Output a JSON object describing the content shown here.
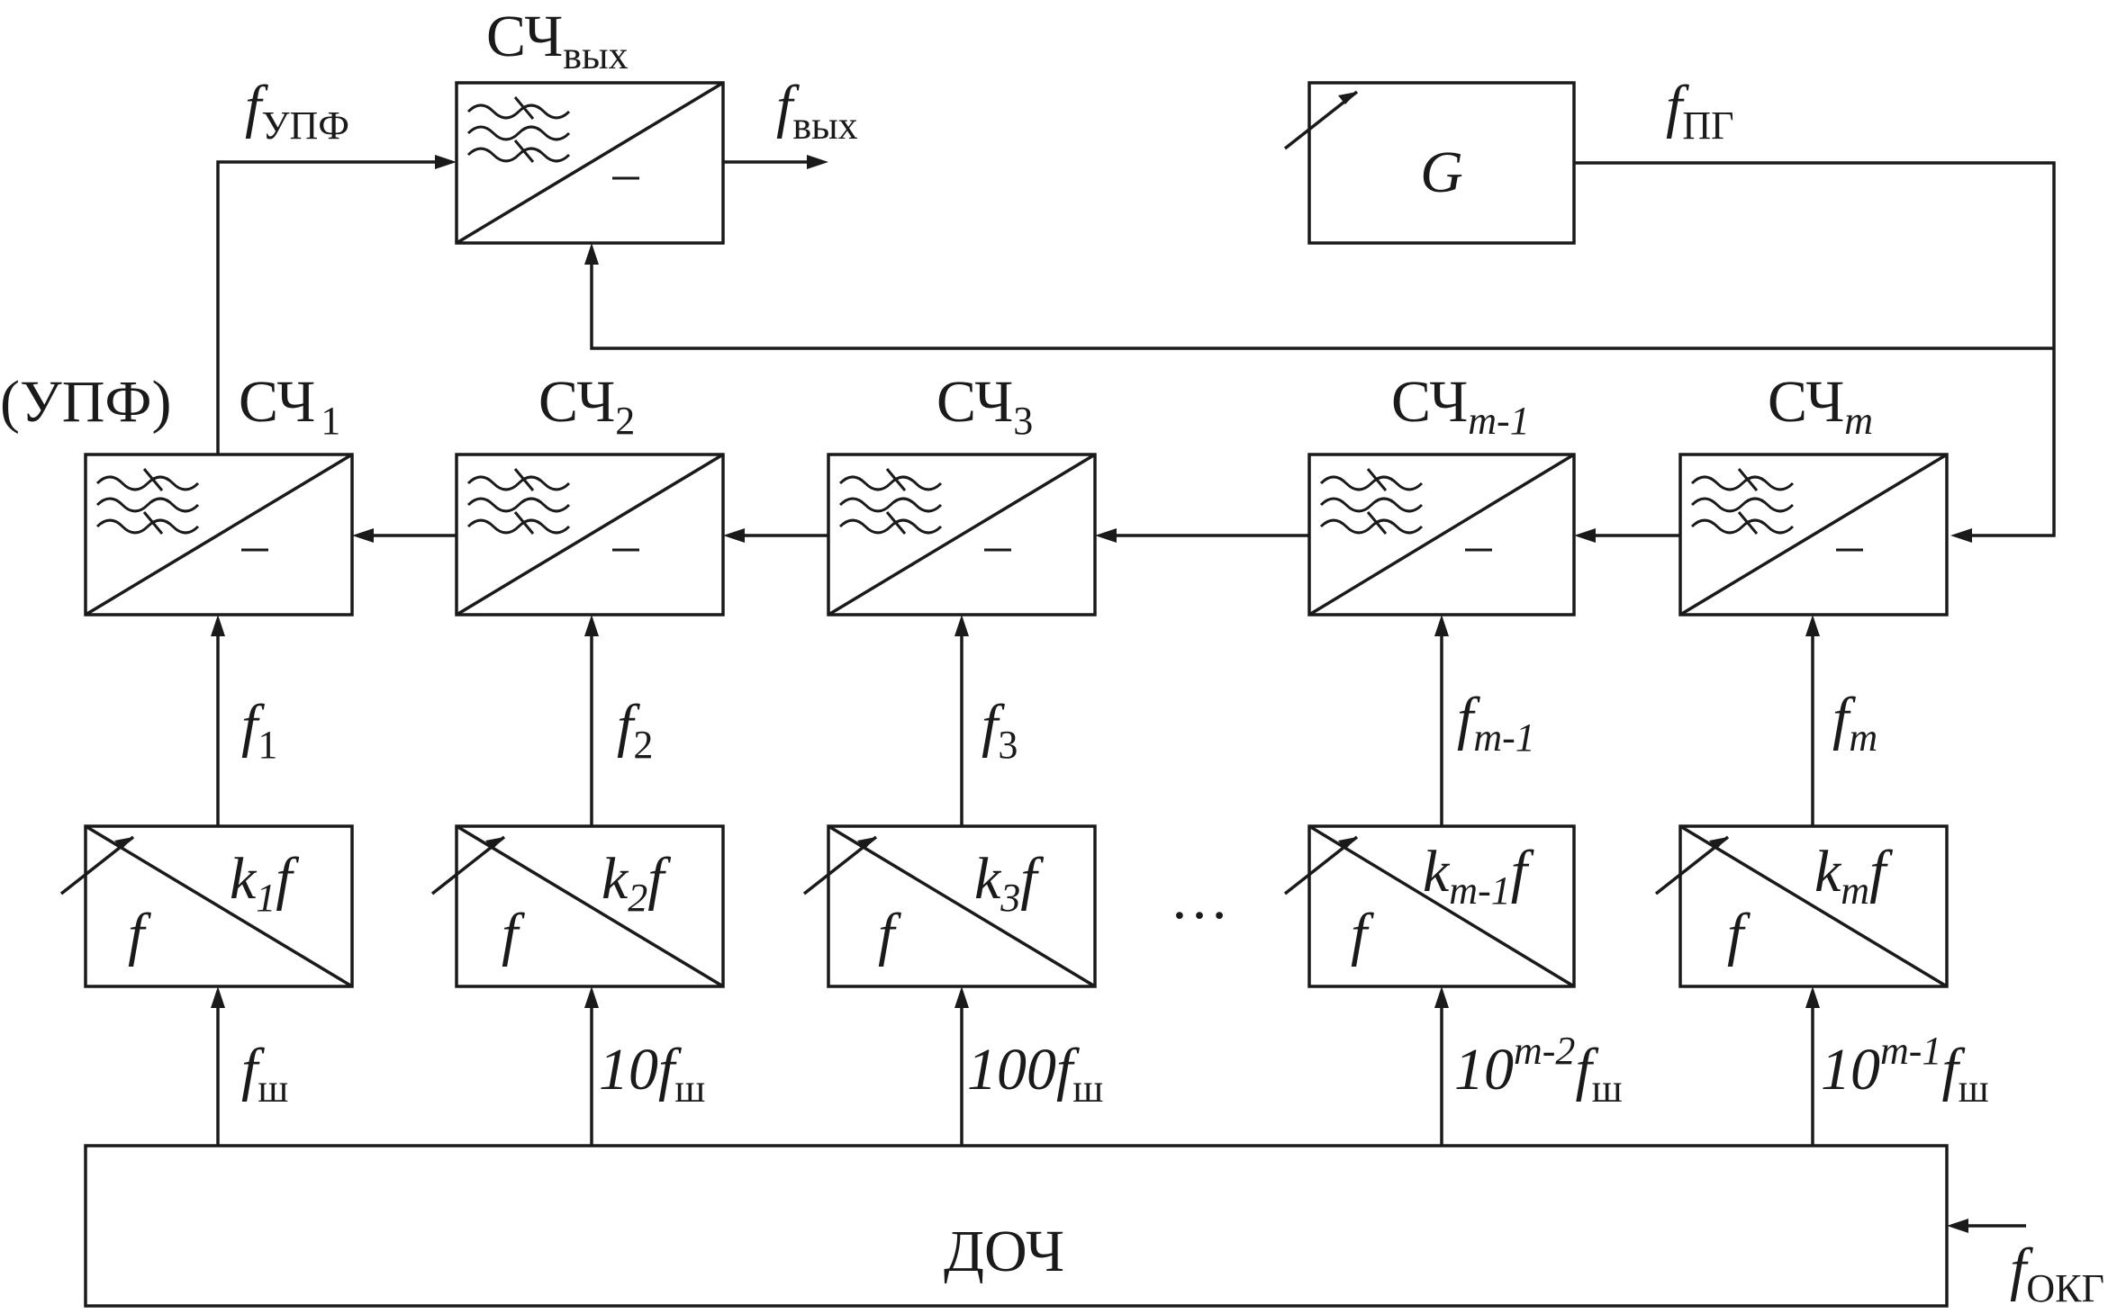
{
  "diagram": {
    "output_synth": {
      "label": "СЧ",
      "sub": "вых"
    },
    "input_label": {
      "sym": "f",
      "sub": "УПФ"
    },
    "output_label": {
      "sym": "f",
      "sub": "вых"
    },
    "generator": {
      "label": "G"
    },
    "generator_out": {
      "sym": "f",
      "sub": "ПГ"
    },
    "upf_label": "(УПФ)",
    "synths": [
      {
        "label": "СЧ",
        "sub": "1"
      },
      {
        "label": "СЧ",
        "sub": "2"
      },
      {
        "label": "СЧ",
        "sub": "3"
      },
      {
        "label": "СЧ",
        "sub": "m-1"
      },
      {
        "label": "СЧ",
        "sub": "m"
      }
    ],
    "freqs": [
      {
        "sym": "f",
        "sub": "1"
      },
      {
        "sym": "f",
        "sub": "2"
      },
      {
        "sym": "f",
        "sub": "3"
      },
      {
        "sym": "f",
        "sub": "m-1"
      },
      {
        "sym": "f",
        "sub": "m"
      }
    ],
    "multipliers": [
      {
        "in": "f",
        "k": "k",
        "ksub": "1",
        "out": "f"
      },
      {
        "in": "f",
        "k": "k",
        "ksub": "2",
        "out": "f"
      },
      {
        "in": "f",
        "k": "k",
        "ksub": "3",
        "out": "f"
      },
      {
        "in": "f",
        "k": "k",
        "ksub": "m-1",
        "out": "f"
      },
      {
        "in": "f",
        "k": "k",
        "ksub": "m",
        "out": "f"
      }
    ],
    "ellipsis": "…",
    "divider_outputs": [
      {
        "coef": "",
        "sup": "",
        "sym": "f",
        "sub": "ш"
      },
      {
        "coef": "10",
        "sup": "",
        "sym": "f",
        "sub": "ш"
      },
      {
        "coef": "100",
        "sup": "",
        "sym": "f",
        "sub": "ш"
      },
      {
        "coef": "10",
        "sup": "m-2",
        "sym": "f",
        "sub": "ш"
      },
      {
        "coef": "10",
        "sup": "m-1",
        "sym": "f",
        "sub": "ш"
      }
    ],
    "divider": {
      "label": "ДОЧ"
    },
    "ref_input": {
      "sym": "f",
      "sub": "ОКГ"
    }
  }
}
